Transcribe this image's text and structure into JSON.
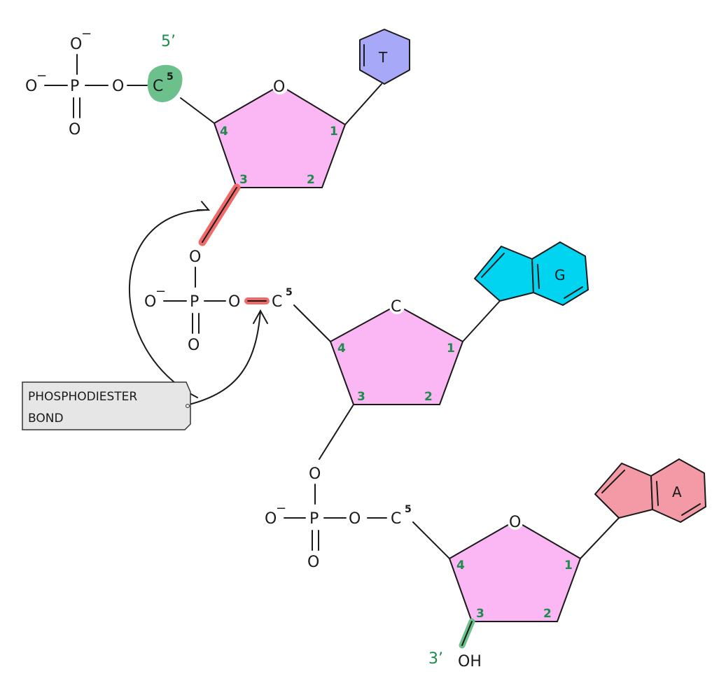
{
  "labels": {
    "five_prime": "5’",
    "three_prime": "3’",
    "oh": "OH",
    "callout_line1": "PHOSPHODIESTER",
    "callout_line2": "BOND"
  },
  "atoms": {
    "o": "O",
    "o_minus": "O",
    "minus": "−",
    "p": "P",
    "c": "C",
    "c_sup": "5"
  },
  "carbon_numbers": [
    "1",
    "2",
    "3",
    "4"
  ],
  "nucleotides": [
    {
      "base": "T",
      "base_color": "#a8a8f8",
      "ring_o": "O"
    },
    {
      "base": "G",
      "base_color": "#00d4f0",
      "ring_o": "C"
    },
    {
      "base": "A",
      "base_color": "#f49aa6",
      "ring_o": "O"
    }
  ],
  "colors": {
    "sugar": "#fbb6f4",
    "bond_highlight": "#f06a6a",
    "five_prime_blob": "#6cc08c",
    "three_prime_bond": "#6cc08c",
    "callout_fill": "#e6e6e6"
  }
}
